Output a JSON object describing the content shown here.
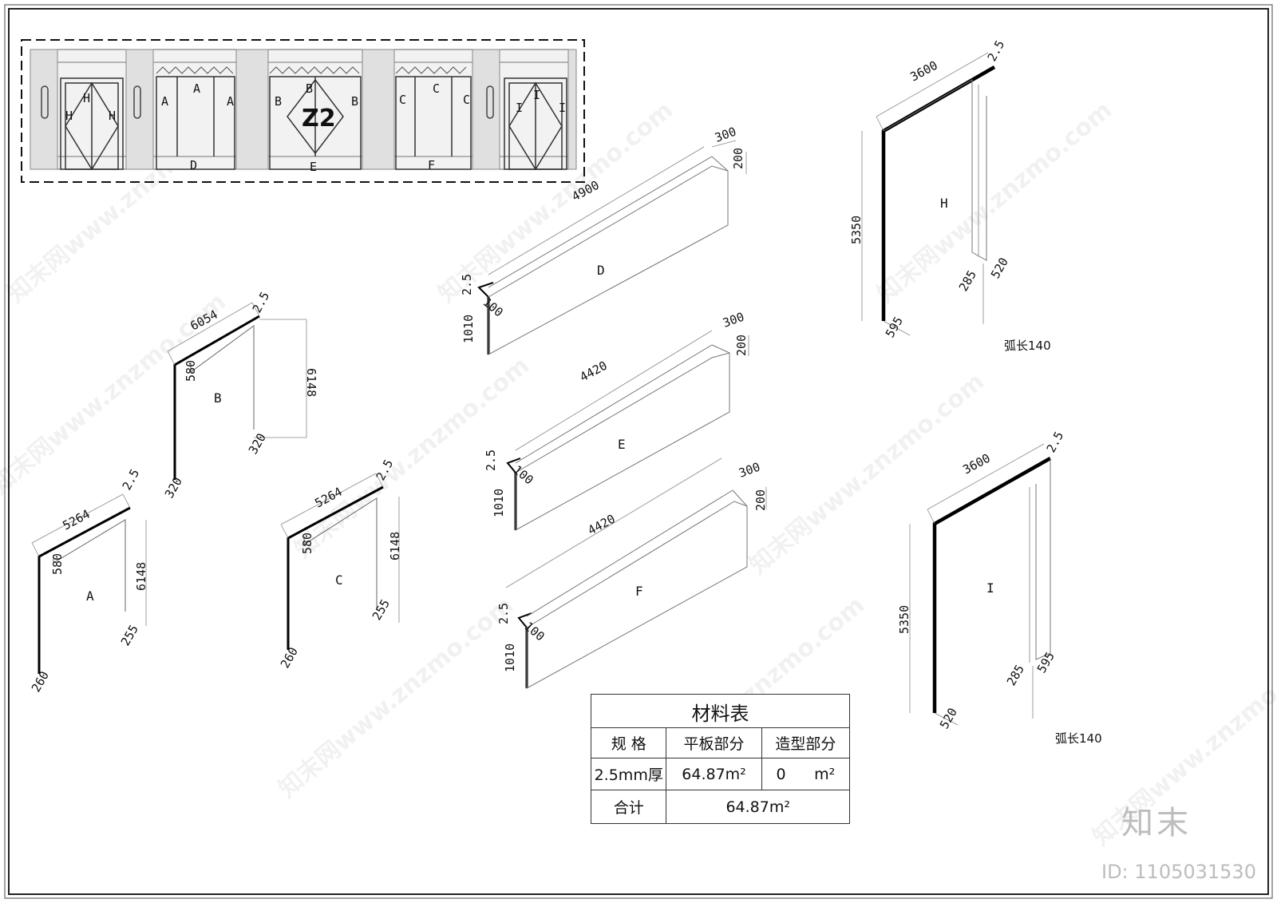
{
  "elevation": {
    "title": "Z2",
    "panel_letters": [
      {
        "t": "H"
      },
      {
        "t": "H"
      },
      {
        "t": "H"
      },
      {
        "t": "A"
      },
      {
        "t": "A"
      },
      {
        "t": "A"
      },
      {
        "t": "B"
      },
      {
        "t": "B"
      },
      {
        "t": "B"
      },
      {
        "t": "C"
      },
      {
        "t": "C"
      },
      {
        "t": "C"
      },
      {
        "t": "I"
      },
      {
        "t": "I"
      },
      {
        "t": "I"
      },
      {
        "t": "D"
      },
      {
        "t": "E"
      },
      {
        "t": "F"
      }
    ]
  },
  "parts": {
    "A": {
      "label": "A",
      "width": "5264",
      "thk": "2.5",
      "height": "6148",
      "inner": "580",
      "foot_r": "255",
      "foot_l": "260"
    },
    "B": {
      "label": "B",
      "width": "6054",
      "thk": "2.5",
      "height": "6148",
      "inner": "580",
      "foot_r": "320",
      "foot_l": "320"
    },
    "C": {
      "label": "C",
      "width": "5264",
      "thk": "2.5",
      "height": "6148",
      "inner": "580",
      "foot_r": "255",
      "foot_l": "260"
    },
    "D": {
      "label": "D",
      "length": "4900",
      "depth": "300",
      "lip": "200",
      "thk": "2.5",
      "return": "100",
      "height": "1010"
    },
    "E": {
      "label": "E",
      "length": "4420",
      "depth": "300",
      "lip": "200",
      "thk": "2.5",
      "return": "100",
      "height": "1010"
    },
    "F": {
      "label": "F",
      "length": "4420",
      "depth": "300",
      "lip": "200",
      "thk": "2.5",
      "return": "100",
      "height": "1010"
    },
    "H": {
      "label": "H",
      "width": "3600",
      "thk": "2.5",
      "height": "5350",
      "base": "595",
      "d1": "285",
      "d2": "520",
      "arc": "弧长140"
    },
    "I": {
      "label": "I",
      "width": "3600",
      "thk": "2.5",
      "height": "5350",
      "base": "520",
      "d1": "285",
      "d2": "595",
      "arc": "弧长140"
    }
  },
  "materials_table": {
    "title": "材料表",
    "headers": [
      "规 格",
      "平板部分",
      "造型部分"
    ],
    "row1": {
      "spec": "2.5mm厚",
      "flat": "64.87m²",
      "shaped": "0",
      "shaped_unit": "m²"
    },
    "total": {
      "label": "合计",
      "value": "64.87m²"
    }
  },
  "watermark": {
    "text": "知末网www.znzmo.com"
  },
  "brand": {
    "logo": "知末",
    "id": "ID: 1105031530"
  }
}
